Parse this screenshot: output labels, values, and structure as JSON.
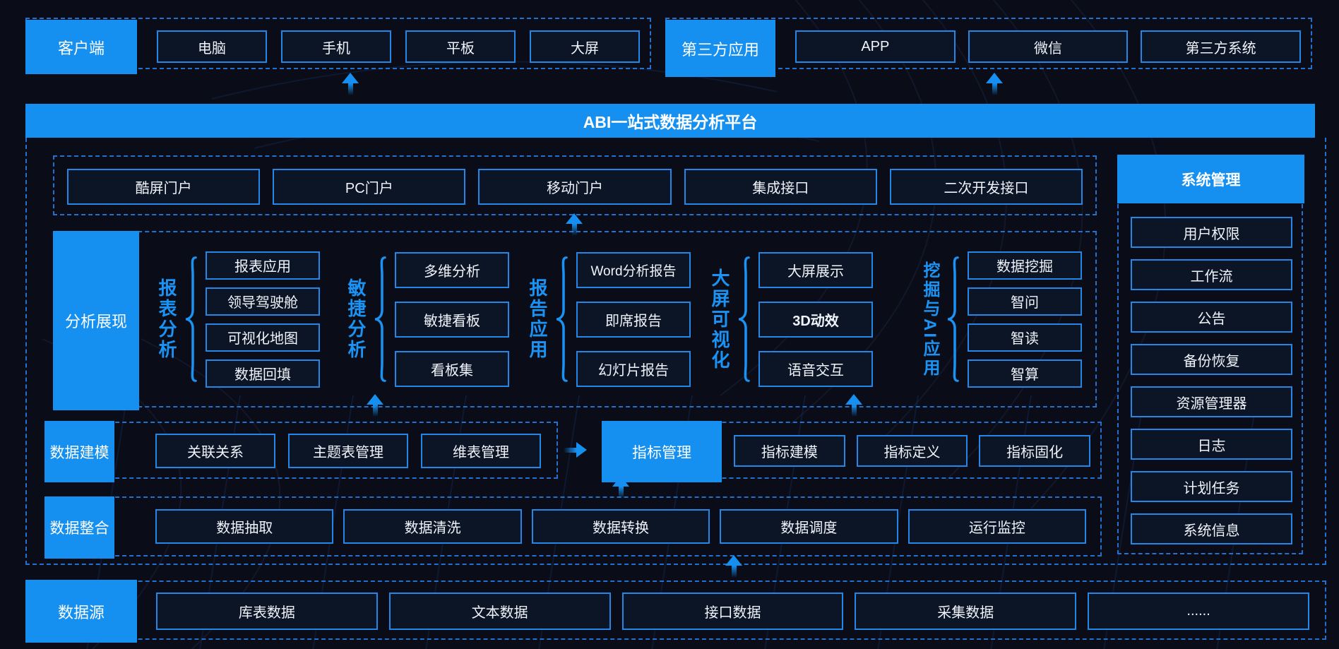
{
  "banner": {
    "title": "ABI一站式数据分析平台"
  },
  "client_row": {
    "label": "客户端",
    "items": [
      "电脑",
      "手机",
      "平板",
      "大屏"
    ]
  },
  "thirdparty_row": {
    "label": "第三方应用",
    "items": [
      "APP",
      "微信",
      "第三方系统"
    ]
  },
  "portal_row": {
    "items": [
      "酷屏门户",
      "PC门户",
      "移动门户",
      "集成接口",
      "二次开发接口"
    ]
  },
  "analysis": {
    "label": "分析展现",
    "groups": [
      {
        "name": "报表分析",
        "items": [
          "报表应用",
          "领导驾驶舱",
          "可视化地图",
          "数据回填"
        ]
      },
      {
        "name": "敏捷分析",
        "items": [
          "多维分析",
          "敏捷看板",
          "看板集"
        ]
      },
      {
        "name": "报告应用",
        "items": [
          "Word分析报告",
          "即席报告",
          "幻灯片报告"
        ]
      },
      {
        "name": "大屏可视化",
        "items": [
          "大屏展示",
          "3D动效",
          "语音交互"
        ]
      },
      {
        "name": "挖掘与AI应用",
        "items": [
          "数据挖掘",
          "智问",
          "智读",
          "智算"
        ]
      }
    ]
  },
  "modeling": {
    "label": "数据建模",
    "items": [
      "关联关系",
      "主题表管理",
      "维表管理"
    ],
    "metric": {
      "label": "指标管理",
      "items": [
        "指标建模",
        "指标定义",
        "指标固化"
      ]
    }
  },
  "integration": {
    "label": "数据整合",
    "items": [
      "数据抽取",
      "数据清洗",
      "数据转换",
      "数据调度",
      "运行监控"
    ]
  },
  "system": {
    "label": "系统管理",
    "items": [
      "用户权限",
      "工作流",
      "公告",
      "备份恢复",
      "资源管理器",
      "日志",
      "计划任务",
      "系统信息"
    ]
  },
  "datasource": {
    "label": "数据源",
    "items": [
      "库表数据",
      "文本数据",
      "接口数据",
      "采集数据",
      "......"
    ]
  },
  "palette": {
    "accent_blue": "#1590f0",
    "box_border": "#2487e8",
    "dashed_border": "#2270cf",
    "box_bg": "#0c1526",
    "page_bg": "#0a0d17",
    "text": "#eef2f8"
  }
}
